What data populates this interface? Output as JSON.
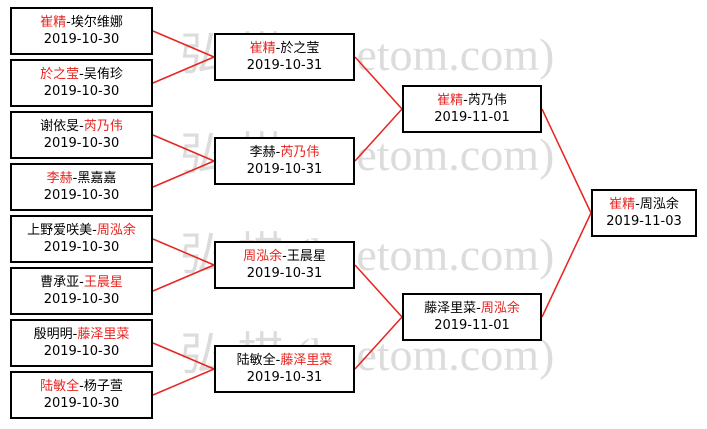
{
  "colors": {
    "winner": "#e8231f",
    "line": "#e8231f",
    "border": "#000000",
    "watermark": "#dcdcdc"
  },
  "watermark": {
    "text": "弘  棋  (hoetom.com)"
  },
  "rounds": [
    [
      {
        "p1": "崔精",
        "p2": "埃尔维娜",
        "winner": 1,
        "date": "2019-10-30"
      },
      {
        "p1": "於之莹",
        "p2": "吴侑珍",
        "winner": 1,
        "date": "2019-10-30"
      },
      {
        "p1": "谢依旻",
        "p2": "芮乃伟",
        "winner": 2,
        "date": "2019-10-30"
      },
      {
        "p1": "李赫",
        "p2": "黑嘉嘉",
        "winner": 1,
        "date": "2019-10-30"
      },
      {
        "p1": "上野爱咲美",
        "p2": "周泓余",
        "winner": 2,
        "date": "2019-10-30"
      },
      {
        "p1": "曹承亚",
        "p2": "王晨星",
        "winner": 2,
        "date": "2019-10-30"
      },
      {
        "p1": "殷明明",
        "p2": "藤泽里菜",
        "winner": 2,
        "date": "2019-10-30"
      },
      {
        "p1": "陆敏全",
        "p2": "杨子萱",
        "winner": 1,
        "date": "2019-10-30"
      }
    ],
    [
      {
        "p1": "崔精",
        "p2": "於之莹",
        "winner": 1,
        "date": "2019-10-31"
      },
      {
        "p1": "李赫",
        "p2": "芮乃伟",
        "winner": 2,
        "date": "2019-10-31"
      },
      {
        "p1": "周泓余",
        "p2": "王晨星",
        "winner": 1,
        "date": "2019-10-31"
      },
      {
        "p1": "陆敏全",
        "p2": "藤泽里菜",
        "winner": 2,
        "date": "2019-10-31"
      }
    ],
    [
      {
        "p1": "崔精",
        "p2": "芮乃伟",
        "winner": 1,
        "date": "2019-11-01"
      },
      {
        "p1": "藤泽里菜",
        "p2": "周泓余",
        "winner": 2,
        "date": "2019-11-01"
      }
    ],
    [
      {
        "p1": "崔精",
        "p2": "周泓余",
        "winner": 1,
        "date": "2019-11-03"
      }
    ]
  ]
}
